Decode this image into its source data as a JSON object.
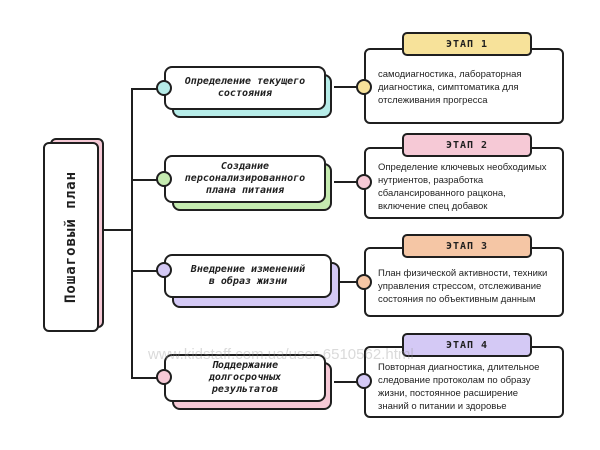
{
  "title": "Пошаговый план",
  "steps": [
    {
      "label": "Определение текущего\nсостояния",
      "color": "#b6ece8"
    },
    {
      "label": "Создание\nперсонализированного\nплана питания",
      "color": "#c5ebb0"
    },
    {
      "label": "Внедрение изменений\nв образ жизни",
      "color": "#d4c9f5"
    },
    {
      "label": "Поддержание\nдолгосрочных\nрезультатов",
      "color": "#f6c9d6"
    }
  ],
  "stages": [
    {
      "label": "ЭТАП 1",
      "color": "#f7e29a",
      "dot_color": "#f7e29a",
      "text": "самодиагностика, лабораторная\nдиагностика, симптоматика для\nотслеживания прогресса"
    },
    {
      "label": "ЭТАП 2",
      "color": "#f6c9d6",
      "dot_color": "#f6c9d6",
      "text": "Определение ключевых необходимых\nнутриентов, разработка\nсбалансированного рацкона,\nвключение спец добавок"
    },
    {
      "label": "ЭТАП 3",
      "color": "#f5c6a5",
      "dot_color": "#f5c6a5",
      "text": "План физической активности, техники\nуправления стрессом, отслеживание\nсостояния по объективным данным"
    },
    {
      "label": "ЭТАП 4",
      "color": "#d4c9f5",
      "dot_color": "#d4c9f5",
      "text": "Повторная диагностика, длительное\nследование протоколам по образу\nжизни, постоянное расширение\nзнаний о питании и здоровье"
    }
  ],
  "watermark": "www.kidstaff.com.ua/user-6510562.html"
}
